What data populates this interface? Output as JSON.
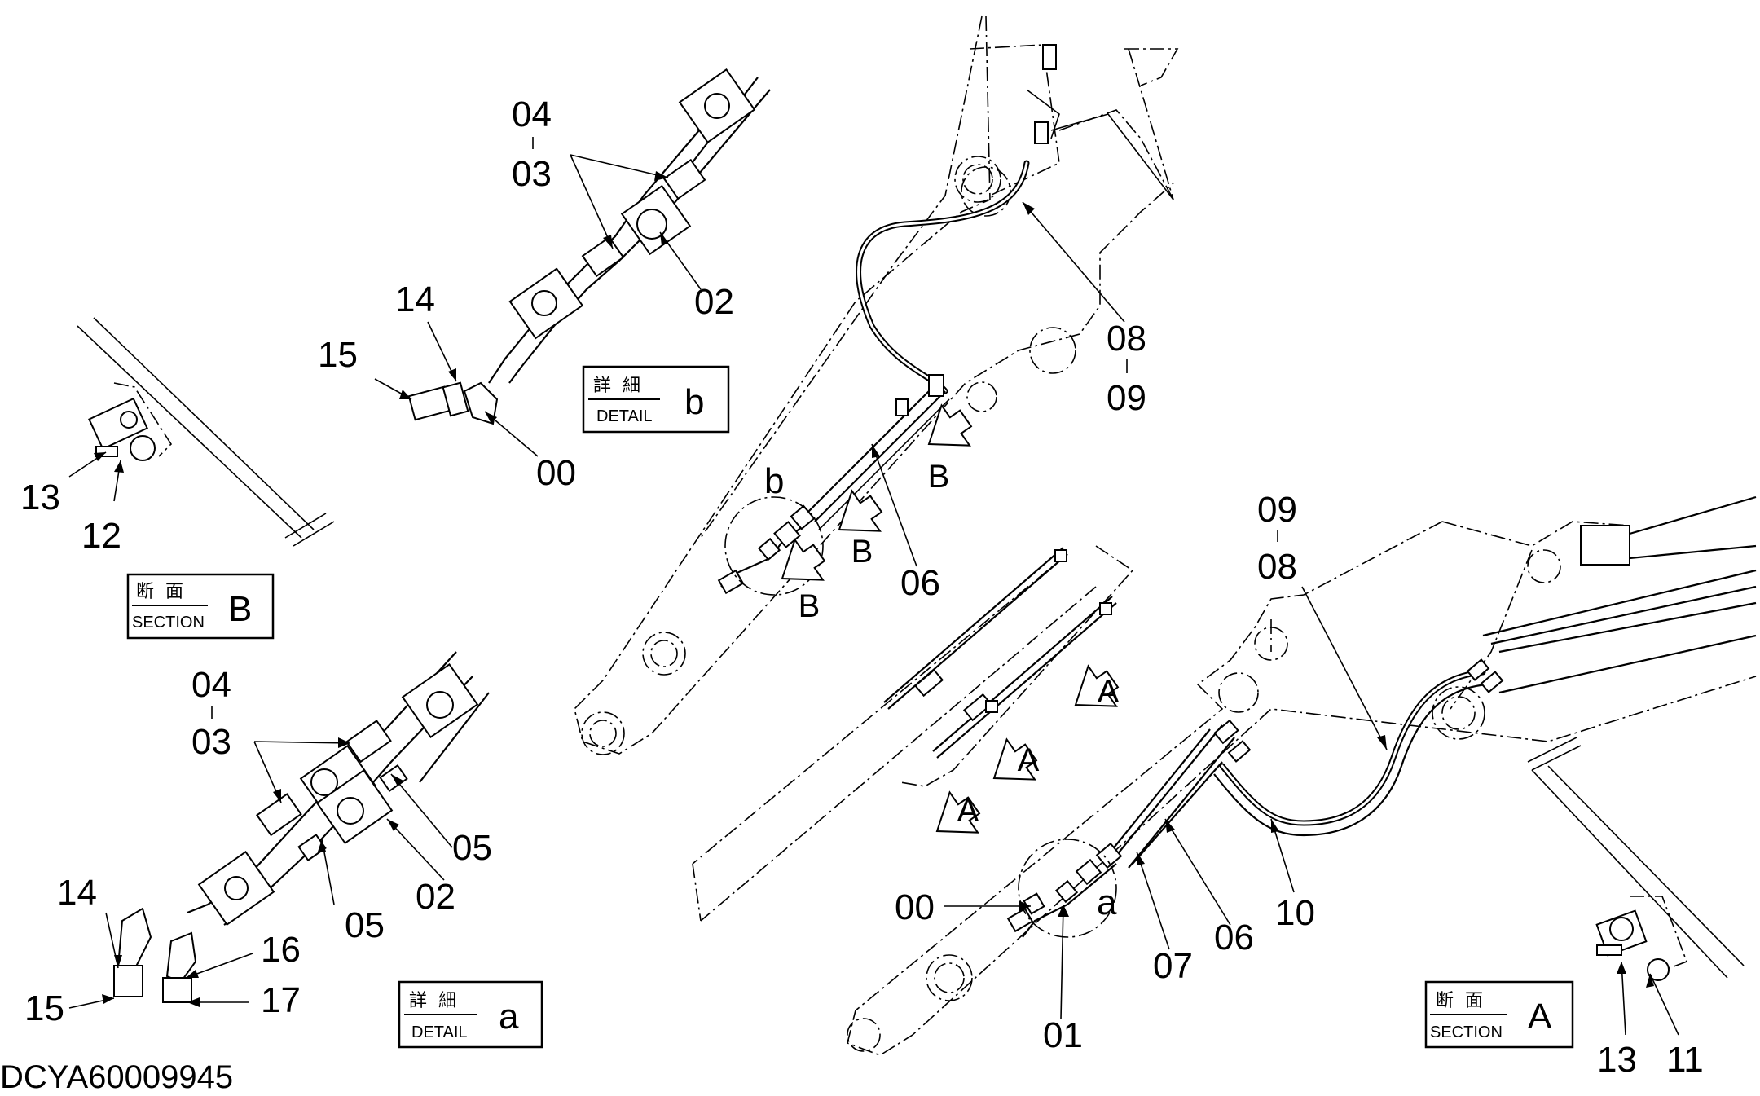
{
  "drawing_code": "DCYA60009945",
  "boxes": {
    "detail_b": {
      "jp": "詳細",
      "en": "DETAIL",
      "letter": "b"
    },
    "section_b": {
      "jp": "断面",
      "en": "SECTION",
      "letter": "B"
    },
    "detail_a": {
      "jp": "詳細",
      "en": "DETAIL",
      "letter": "a"
    },
    "section_a": {
      "jp": "断面",
      "en": "SECTION",
      "letter": "A"
    }
  },
  "callouts": {
    "detail_b": {
      "l04": "04",
      "l03": "03",
      "l02": "02",
      "l14": "14",
      "l15": "15",
      "l00": "00"
    },
    "section_b": {
      "l13": "13",
      "l12": "12"
    },
    "detail_a": {
      "l04": "04",
      "l03": "03",
      "l05a": "05",
      "l02": "02",
      "l05b": "05",
      "l14": "14",
      "l16": "16",
      "l15": "15",
      "l17": "17"
    },
    "top_arm": {
      "l08": "08",
      "l09": "09",
      "lb": "b",
      "l06": "06"
    },
    "bottom_arm": {
      "l09": "09",
      "l08": "08",
      "l00": "00",
      "la": "a",
      "l07": "07",
      "l06": "06",
      "l10": "10",
      "l01": "01"
    },
    "section_a": {
      "l13": "13",
      "l11": "11"
    }
  },
  "view_arrows": {
    "A": "A",
    "B": "B"
  }
}
